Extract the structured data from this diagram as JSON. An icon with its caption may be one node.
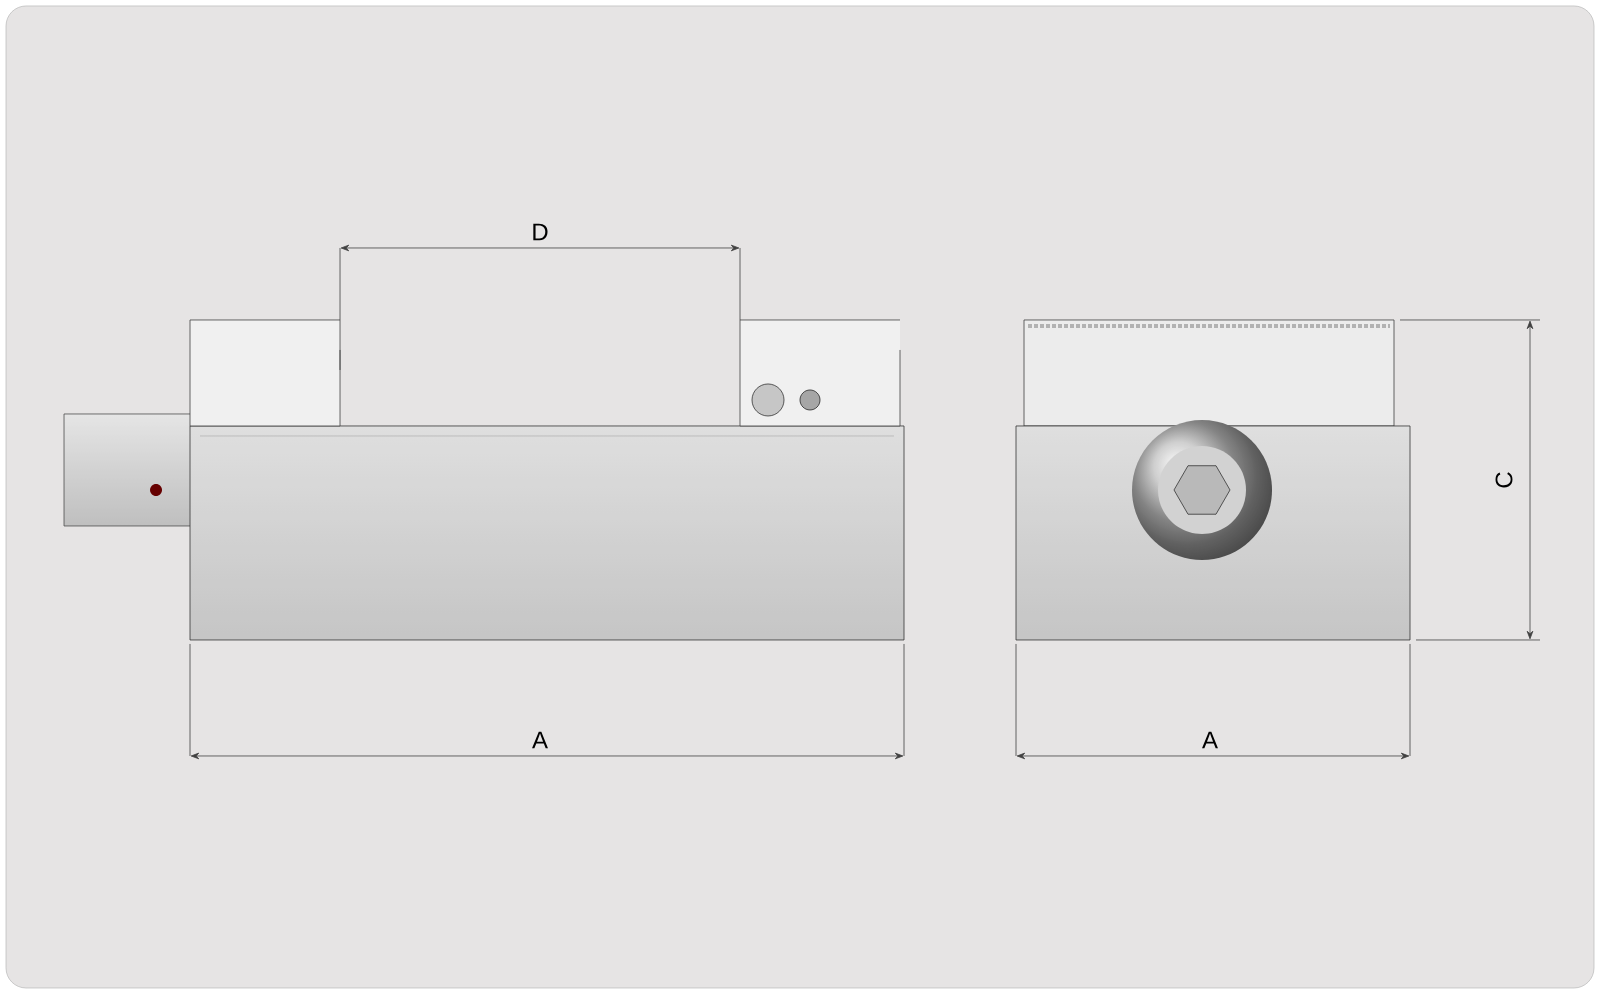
{
  "diagram": {
    "labels": [
      "D",
      "A",
      "A",
      "C"
    ]
  }
}
